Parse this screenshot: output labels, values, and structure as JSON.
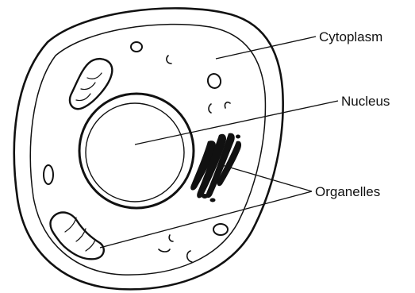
{
  "labels": {
    "cytoplasm": "Cytoplasm",
    "nucleus": "Nucleus",
    "organelles": "Organelles"
  },
  "colors": {
    "ink": "#111111",
    "background": "#ffffff"
  }
}
